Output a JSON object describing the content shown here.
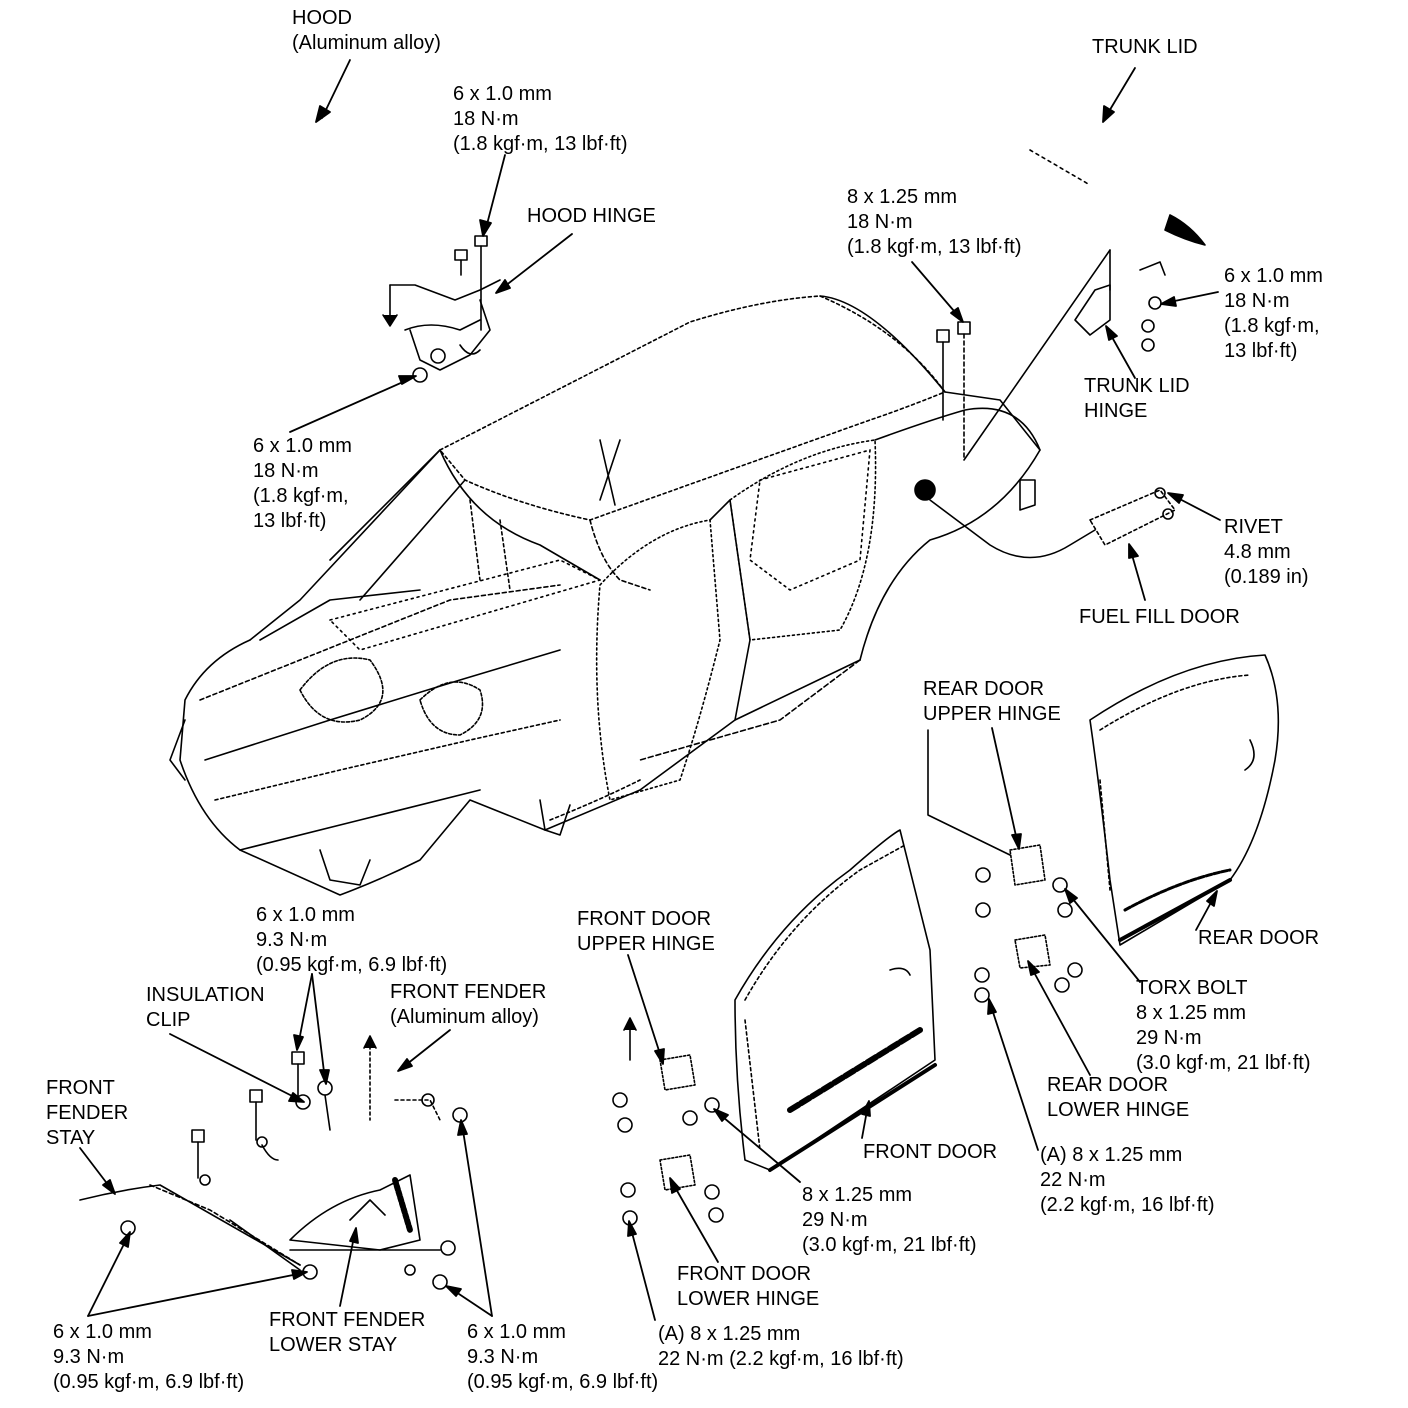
{
  "labels": {
    "hood": [
      "HOOD",
      "(Aluminum alloy)"
    ],
    "hood_bolt": [
      "6 x 1.0 mm",
      "18 N·m",
      "(1.8 kgf·m, 13 lbf·ft)"
    ],
    "hood_hinge": [
      "HOOD HINGE"
    ],
    "hood_hinge_bolt": [
      "6 x 1.0 mm",
      "18 N·m",
      "(1.8 kgf·m,",
      "13 lbf·ft)"
    ],
    "trunk_lid": [
      "TRUNK LID"
    ],
    "trunk_bolt": [
      "8 x 1.25 mm",
      "18 N·m",
      "(1.8 kgf·m, 13 lbf·ft)"
    ],
    "trunk_hinge_bolt": [
      "6 x 1.0 mm",
      "18 N·m",
      "(1.8 kgf·m,",
      "13 lbf·ft)"
    ],
    "trunk_lid_hinge": [
      "TRUNK LID",
      "HINGE"
    ],
    "rivet": [
      "RIVET",
      "4.8 mm",
      "(0.189 in)"
    ],
    "fuel_fill_door": [
      "FUEL FILL DOOR"
    ],
    "rear_door_upper_hinge": [
      "REAR DOOR",
      "UPPER HINGE"
    ],
    "rear_door": [
      "REAR DOOR"
    ],
    "torx_bolt": [
      "TORX BOLT",
      "8 x 1.25 mm",
      "29 N·m",
      "(3.0 kgf·m, 21 lbf·ft)"
    ],
    "rear_door_lower_hinge": [
      "REAR DOOR",
      "LOWER HINGE"
    ],
    "rear_a_bolt": [
      "(A) 8 x 1.25 mm",
      "22 N·m",
      "(2.2 kgf·m, 16 lbf·ft)"
    ],
    "fender_bolt_top": [
      "6 x 1.0 mm",
      "9.3 N·m",
      "(0.95 kgf·m, 6.9 lbf·ft)"
    ],
    "insulation_clip": [
      "INSULATION",
      "CLIP"
    ],
    "front_fender": [
      "FRONT FENDER",
      "(Aluminum alloy)"
    ],
    "front_fender_stay": [
      "FRONT",
      "FENDER",
      "STAY"
    ],
    "front_door_upper_hinge": [
      "FRONT DOOR",
      "UPPER HINGE"
    ],
    "front_door": [
      "FRONT DOOR"
    ],
    "front_door_bolt": [
      "8 x 1.25 mm",
      "29 N·m",
      "(3.0 kgf·m, 21 lbf·ft)"
    ],
    "front_door_lower_hinge": [
      "FRONT DOOR",
      "LOWER HINGE"
    ],
    "front_a_bolt": [
      "(A) 8 x 1.25 mm",
      "22 N·m (2.2 kgf·m, 16 lbf·ft)"
    ],
    "fender_bolt_left": [
      "6 x 1.0 mm",
      "9.3 N·m",
      "(0.95 kgf·m, 6.9 lbf·ft)"
    ],
    "front_fender_lower_stay": [
      "FRONT FENDER",
      "LOWER STAY"
    ],
    "fender_bolt_right": [
      "6 x 1.0 mm",
      "9.3 N·m",
      "(0.95 kgf·m, 6.9 lbf·ft)"
    ]
  },
  "colors": {
    "ink": "#000000",
    "paper": "#ffffff"
  }
}
